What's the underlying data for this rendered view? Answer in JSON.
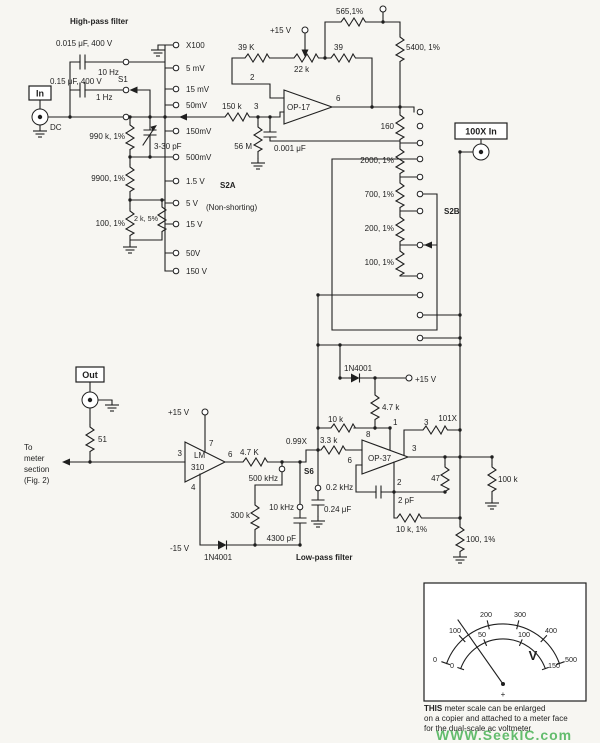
{
  "colors": {
    "ink": "#1f1f1f",
    "paper": "#f7f6f2",
    "watermark": "#3fae4c"
  },
  "titles": {
    "high_pass": "High-pass filter",
    "low_pass": "Low-pass filter"
  },
  "jacks": {
    "input": "In",
    "output": "Out",
    "input_100x": "100X In"
  },
  "note_to_meter": {
    "l1": "To",
    "l2": "meter",
    "l3": "section",
    "l4": "(Fig. 2)"
  },
  "switches": {
    "s1": "S1",
    "s2a": "S2A",
    "s2a_note": "(Non-shorting)",
    "s2b": "S2B",
    "s6": "S6",
    "dc": "DC",
    "hz10": "10 Hz",
    "hz1": "1 Hz",
    "khz500": "500 kHz",
    "khz10": "10 kHz",
    "khz02": "0.2 kHz"
  },
  "s2a_positions": [
    "X100",
    "5 mV",
    "15 mV",
    "50mV",
    "150mV",
    "500mV",
    "1.5 V",
    "5 V",
    "15 V",
    "50V",
    "150 V"
  ],
  "power": {
    "plus15": "+15 V",
    "minus15": "-15 V"
  },
  "gains": {
    "x099": "0.99X",
    "x101": "101X"
  },
  "ics": {
    "op17": "OP-17",
    "op37": "OP-37",
    "lm_line1": "LM",
    "lm_line2": "310"
  },
  "pins": {
    "p1": "1",
    "p2": "2",
    "p3": "3",
    "p4": "4",
    "p6": "6",
    "p7": "7",
    "p8": "8"
  },
  "components": {
    "c1": "0.015 μF, 400 V",
    "c2": "0.15 μF, 400 V",
    "r990k": "990 k, 1%",
    "trimmer": "3-30 pF",
    "r9900": "9900, 1%",
    "r2k": "2 k, 5%",
    "r100a": "100, 1%",
    "r150k": "150 k",
    "r56m": "56 M",
    "c001": "0.001 μF",
    "r39k": "39 K",
    "pot22k": "22 k",
    "r39": "39",
    "r565": "565,1%",
    "r5400": "5400, 1%",
    "r160": "160",
    "r2000": "2000, 1%",
    "r700": "700, 1%",
    "r200": "200, 1%",
    "r100b": "100, 1%",
    "r51": "51",
    "r47k_a": "4.7 K",
    "r33k": "3.3 k",
    "r300k": "300 k",
    "c4300": "4300 pF",
    "c024": "0.24 μF",
    "d1": "1N4001",
    "d2": "1N4001",
    "r47k_b": "4.7 k",
    "r10k_a": "10 k",
    "r10k_b": "10 k, 1%",
    "r3": "3",
    "r47": "47",
    "r100k": "100 k",
    "c2pf": "2 pF",
    "r100c": "100, 1%"
  },
  "meter": {
    "outer": [
      "0",
      "100",
      "200",
      "300",
      "400",
      "500"
    ],
    "inner": [
      "0",
      "50",
      "100",
      "150"
    ],
    "unit": "V",
    "polarity": "+",
    "note_bold": "THIS",
    "note_rest": " meter scale can be enlarged",
    "note_2": "on a copier and attached to a meter face",
    "note_3": "for the dual-scale ac voltmeter"
  },
  "watermark": "WWW.SeekIC.com"
}
